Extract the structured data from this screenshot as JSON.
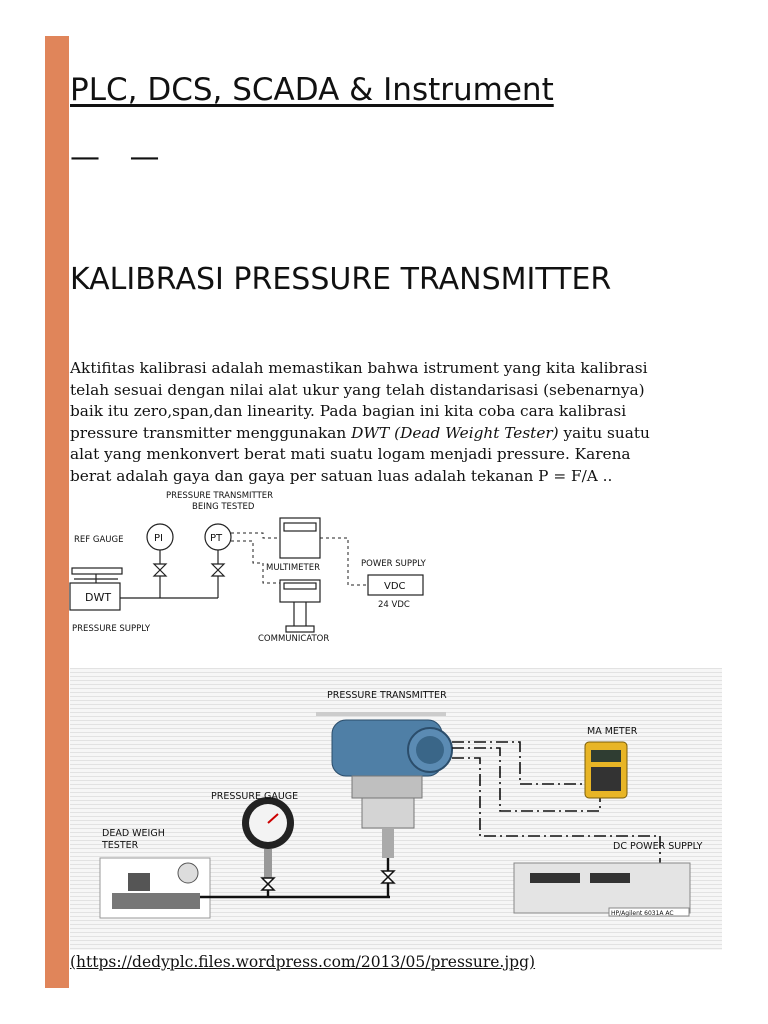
{
  "header": {
    "site_title": "PLC, DCS, SCADA & Instrument",
    "divider": "— —"
  },
  "post": {
    "title": "KALIBRASI PRESSURE TRANSMITTER",
    "paragraph": {
      "line1": "Aktifitas kalibrasi adalah memastikan bahwa istrument yang kita kalibrasi",
      "line2": "telah sesuai dengan nilai alat ukur yang telah distandarisasi (sebenarnya)",
      "line3": "baik itu zero,span,dan linearity. Pada bagian ini kita coba cara kalibrasi",
      "line4_pre": "pressure transmitter menggunakan ",
      "line4_em": "DWT (Dead Weight Tester)",
      "line4_post": " yaitu suatu",
      "line5": "alat yang menkonvert berat mati suatu logam menjadi pressure. Karena",
      "line6": "berat adalah gaya dan gaya per satuan luas adalah tekanan P = F/A .."
    }
  },
  "diagram1": {
    "pressure_transmitter_line1": "PRESSURE TRANSMITTER",
    "pressure_transmitter_line2": "BEING TESTED",
    "ref_gauge": "REF GAUGE",
    "pi": "PI",
    "pt": "PT",
    "dwt": "DWT",
    "pressure_supply": "PRESSURE SUPPLY",
    "multimeter": "MULTIMETER",
    "power_supply": "POWER SUPPLY",
    "vdc": "VDC",
    "vdc_value": "24 VDC",
    "communicator": "COMMUNICATOR"
  },
  "diagram2": {
    "pressure_transmitter": "PRESSURE TRANSMITTER",
    "ma_meter": "MA METER",
    "pressure_gauge": "PRESSURE GAUGE",
    "dead_weigh_line1": "DEAD WEIGH",
    "dead_weigh_line2": "TESTER",
    "dc_power_supply": "DC POWER SUPPLY",
    "psu_model": "HP/Agilent 6031A AC"
  },
  "source": {
    "link_text": "(https://dedyplc.files.wordpress.com/2013/05/pressure.jpg)"
  },
  "colors": {
    "accent": "#e0855a",
    "text": "#111111",
    "panel_stripe": "#eeeeee"
  }
}
